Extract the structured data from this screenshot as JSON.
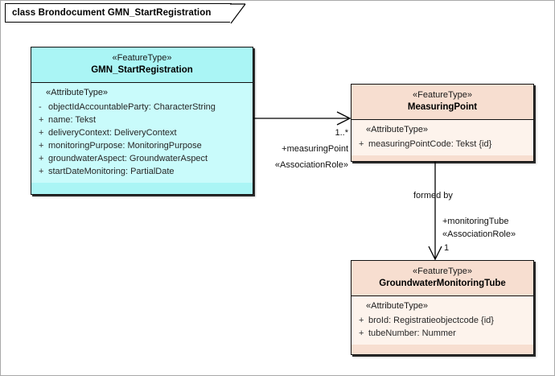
{
  "frame": {
    "title": "class Brondocument GMN_StartRegistration"
  },
  "colors": {
    "class_feature_fill": "#aaf5f5",
    "class_feature_body": "#c9fbfb",
    "class_peach_fill": "#f7ded0",
    "class_peach_body": "#fdf3ec",
    "border": "#111111",
    "line": "#000000",
    "frame_border": "#a9a9a9"
  },
  "classes": [
    {
      "id": "gmn-startregistration",
      "stereotype": "«FeatureType»",
      "name": "GMN_StartRegistration",
      "compartment_stereotype": "«AttributeType»",
      "attributes": [
        {
          "visibility": "-",
          "text": "objectIdAccountableParty: CharacterString"
        },
        {
          "visibility": "+",
          "text": "name: Tekst"
        },
        {
          "visibility": "+",
          "text": "deliveryContext: DeliveryContext"
        },
        {
          "visibility": "+",
          "text": "monitoringPurpose: MonitoringPurpose"
        },
        {
          "visibility": "+",
          "text": "groundwaterAspect: GroundwaterAspect"
        },
        {
          "visibility": "+",
          "text": "startDateMonitoring: PartialDate"
        }
      ]
    },
    {
      "id": "measuringpoint",
      "stereotype": "«FeatureType»",
      "name": "MeasuringPoint",
      "compartment_stereotype": "«AttributeType»",
      "attributes": [
        {
          "visibility": "+",
          "text": "measuringPointCode: Tekst {id}"
        }
      ]
    },
    {
      "id": "groundwatermonitoringtube",
      "stereotype": "«FeatureType»",
      "name": "GroundwaterMonitoringTube",
      "compartment_stereotype": "«AttributeType»",
      "attributes": [
        {
          "visibility": "+",
          "text": "broId: Registratieobjectcode {id}"
        },
        {
          "visibility": "+",
          "text": "tubeNumber: Nummer"
        }
      ]
    }
  ],
  "associations": [
    {
      "id": "gmn-to-measuringpoint",
      "multiplicity": "1..*",
      "role": "+measuringPoint",
      "stereotype": "«AssociationRole»"
    },
    {
      "id": "measuringpoint-to-tube",
      "name": "formed by",
      "role": "+monitoringTube",
      "stereotype": "«AssociationRole»",
      "multiplicity": "1"
    }
  ]
}
